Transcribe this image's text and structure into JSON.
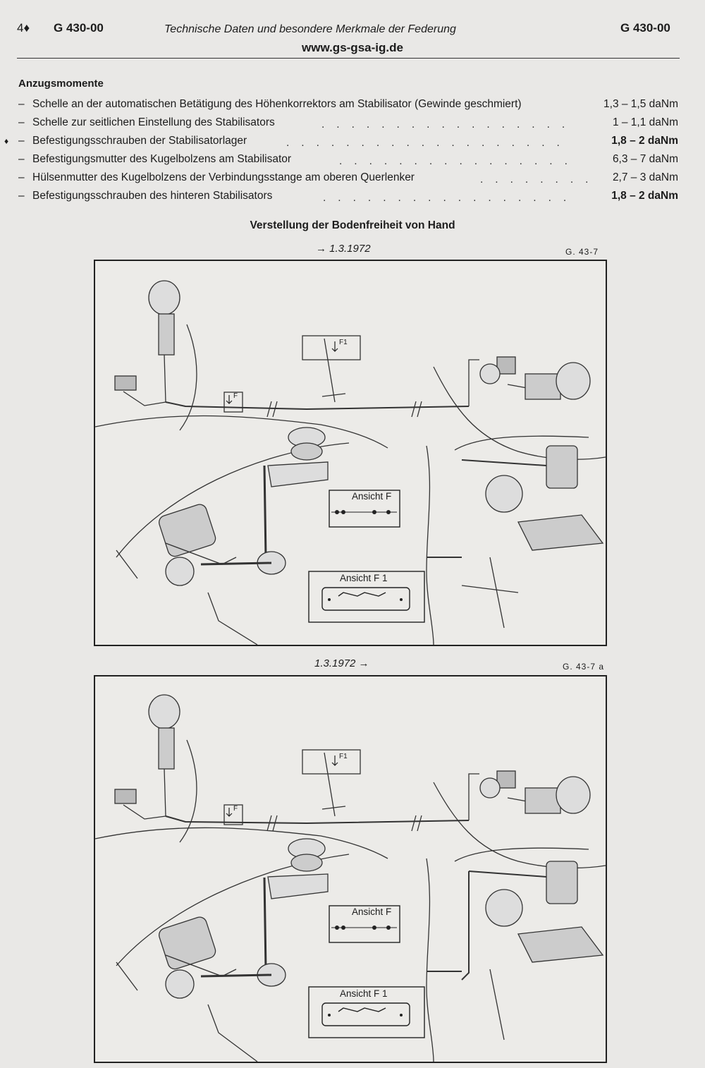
{
  "header": {
    "page_number": "4♦",
    "doc_code_left": "G 430-00",
    "title": "Technische Daten und besondere Merkmale der Federung",
    "doc_code_right": "G 430-00",
    "url": "www.gs-gsa-ig.de"
  },
  "torques": {
    "heading": "Anzugsmomente",
    "items": [
      {
        "marker": "",
        "dash": "–",
        "text": "Schelle an der automatischen Betätigung des Höhenkorrektors am Stabilisator (Gewinde geschmiert)",
        "value": "1,3 – 1,5 daNm",
        "bold": false
      },
      {
        "marker": "",
        "dash": "–",
        "text": "Schelle zur seitlichen Einstellung des Stabilisators",
        "value": "1 – 1,1 daNm",
        "bold": false
      },
      {
        "marker": "♦",
        "dash": "–",
        "text": "Befestigungsschrauben der Stabilisatorlager",
        "value": "1,8 – 2   daNm",
        "bold": true
      },
      {
        "marker": "",
        "dash": "–",
        "text": "Befestigungsmutter des Kugelbolzens am Stabilisator",
        "value": "6,3 – 7   daNm",
        "bold": false
      },
      {
        "marker": "",
        "dash": "–",
        "text": "Hülsenmutter des Kugelbolzens der Verbindungsstange am oberen Querlenker",
        "value": "2,7 – 3   daNm",
        "bold": false
      },
      {
        "marker": "",
        "dash": "–",
        "text": "Befestigungsschrauben des hinteren Stabilisators",
        "value": "1,8 – 2   daNm",
        "bold": true
      }
    ]
  },
  "figures": {
    "heading": "Verstellung der Bodenfreiheit von Hand",
    "fig1": {
      "caption": "→ 1.3.1972",
      "id": "G. 43-7",
      "view_f_label": "Ansicht F",
      "view_f1_label": "Ansicht F 1",
      "marker_f": "F",
      "marker_f1": "F1"
    },
    "fig2": {
      "caption": "1.3.1972 →",
      "id": "G. 43-7 a",
      "view_f_label": "Ansicht F",
      "view_f1_label": "Ansicht F 1",
      "marker_f": "F",
      "marker_f1": "F1"
    }
  }
}
